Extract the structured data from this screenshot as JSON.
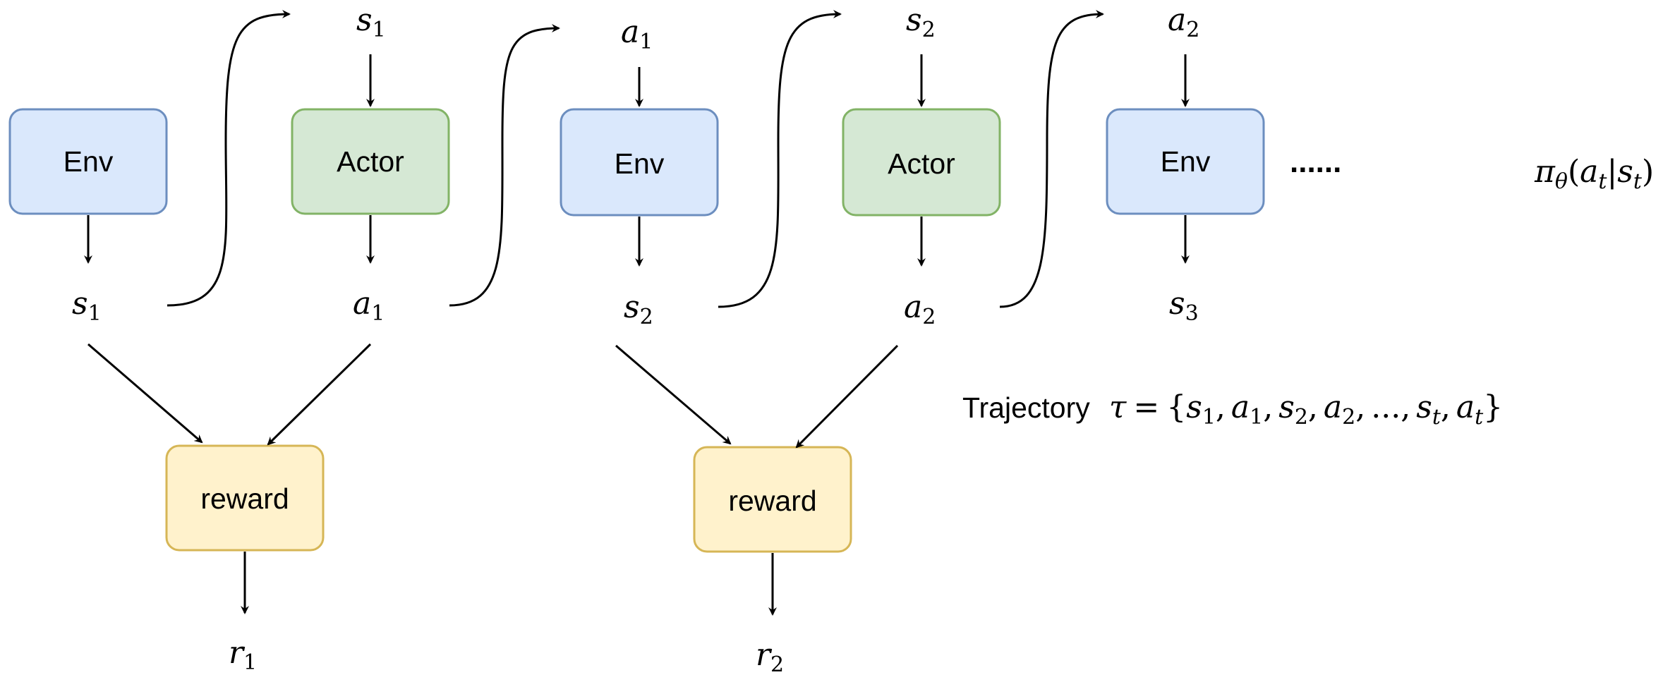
{
  "boxes": {
    "env1": "Env",
    "actor1": "Actor",
    "env2": "Env",
    "actor2": "Actor",
    "env3": "Env",
    "reward1": "reward",
    "reward2": "reward"
  },
  "symbols": {
    "s": "s",
    "a": "a",
    "r": "r",
    "pi": "π",
    "theta": "θ",
    "t": "t",
    "tau": "τ",
    "eq": "=",
    "lbrace": "{",
    "rbrace": "}",
    "comma": ",",
    "dots": "...",
    "lparen": "(",
    "rparen": ")",
    "bar": "|",
    "sub1": "1",
    "sub2": "2",
    "sub3": "3"
  },
  "ellipsis": "......",
  "trajectory_label": "Trajectory"
}
